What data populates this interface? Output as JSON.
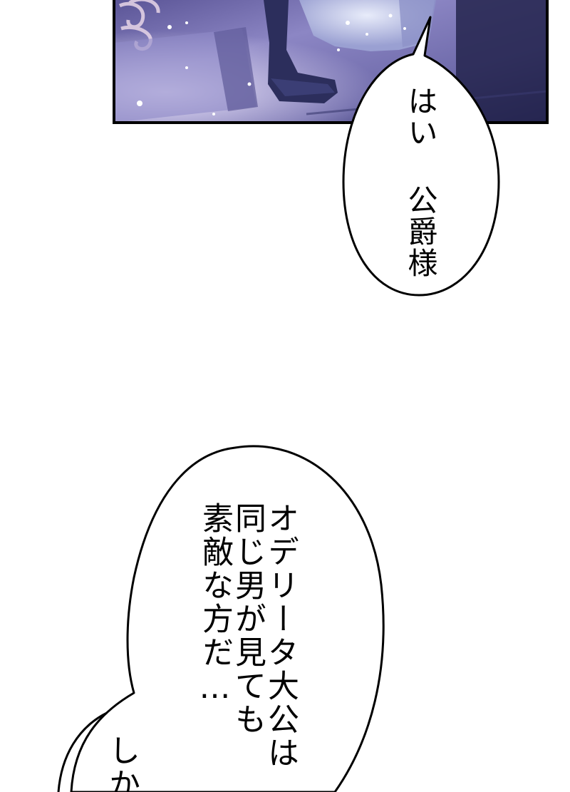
{
  "comic": {
    "panel": {
      "colors": {
        "top": "#4a4a8a",
        "mid": "#7c76b6",
        "light": "#c8c0e6",
        "dark": "#2a2a5c",
        "border": "#000000"
      }
    },
    "bubbles": [
      {
        "lines": [
          "はい 公爵様"
        ]
      },
      {
        "lines": [
          "オデリータ大公は",
          "同じ男が見ても",
          "素敵な方だ…"
        ]
      },
      {
        "lines": [
          "しか"
        ]
      }
    ]
  }
}
